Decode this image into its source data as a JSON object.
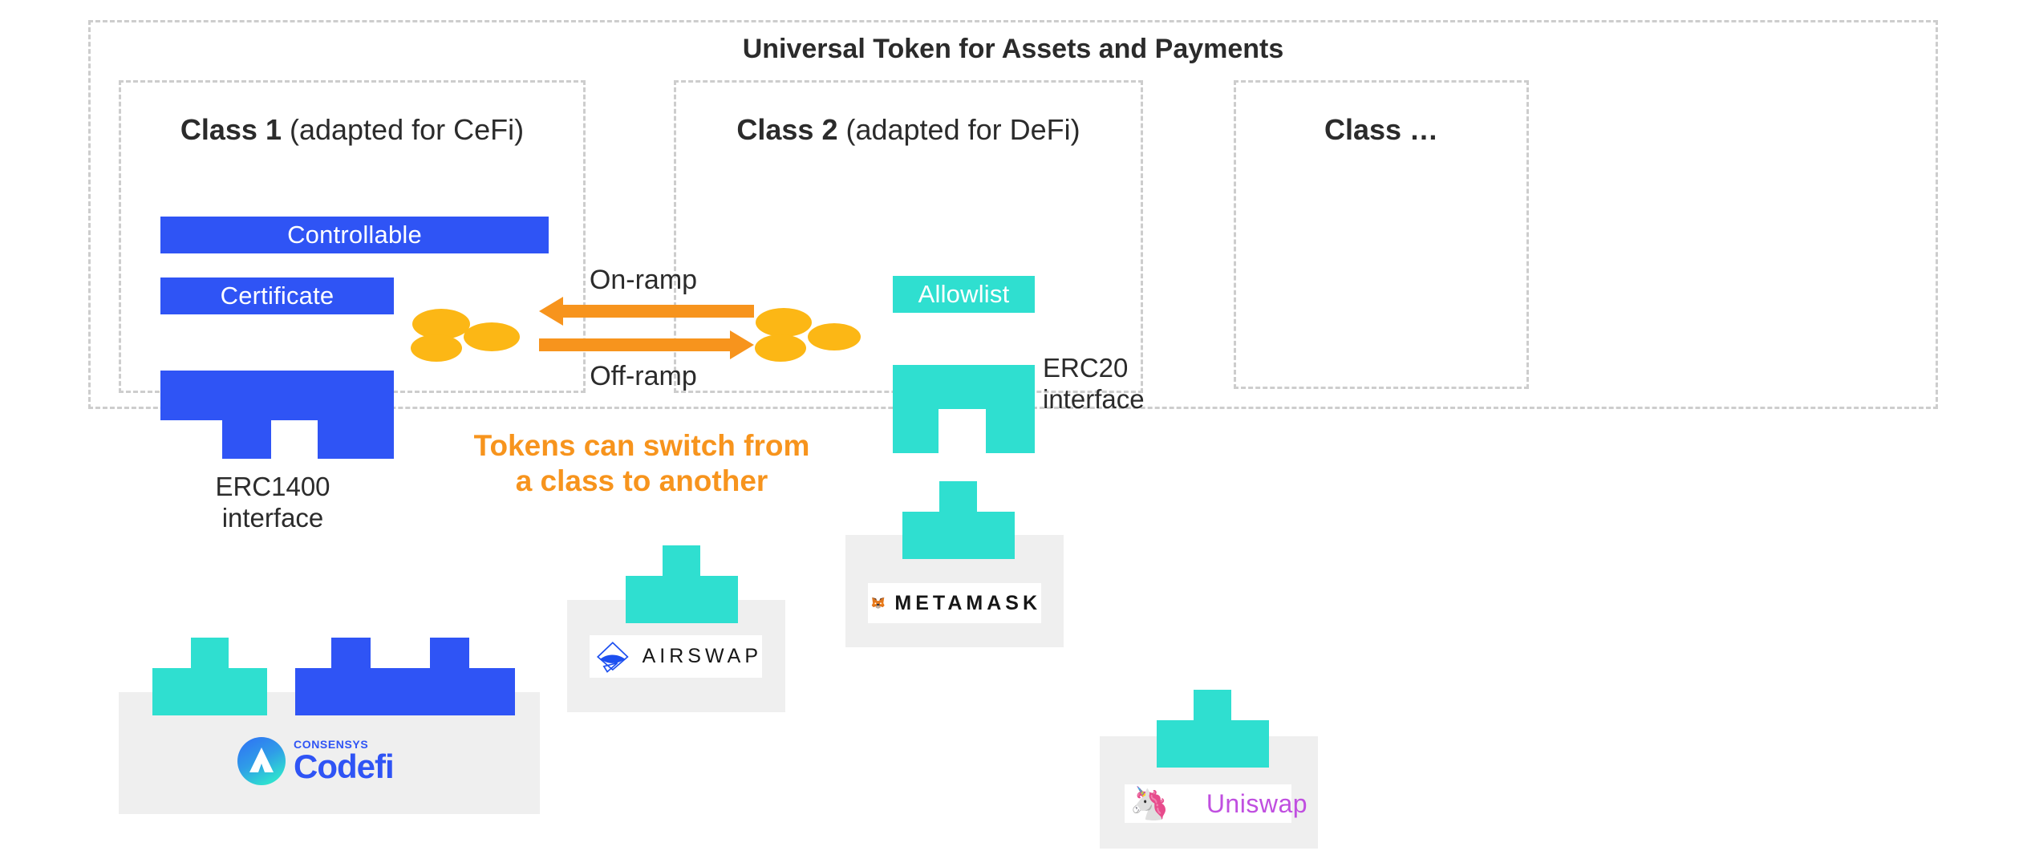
{
  "diagram": {
    "title": "Universal Token for Assets and Payments",
    "classes": [
      {
        "id": "class-1",
        "strong": "Class 1",
        "rest": " (adapted for CeFi)"
      },
      {
        "id": "class-2",
        "strong": "Class 2",
        "rest": " (adapted for DeFi)"
      },
      {
        "id": "class-3",
        "strong": "Class …",
        "rest": ""
      }
    ],
    "tags": [
      {
        "id": "controllable",
        "label": "Controllable",
        "color": "#2f54f5"
      },
      {
        "id": "certificate",
        "label": "Certificate",
        "color": "#2f54f5"
      },
      {
        "id": "allowlist",
        "label": "Allowlist",
        "color": "#2fdfd0"
      }
    ],
    "interfaces": [
      {
        "id": "erc1400",
        "label": "ERC1400\ninterface",
        "color": "#2f54f5"
      },
      {
        "id": "erc20",
        "label": "ERC20\ninterface",
        "color": "#2fdfd0"
      }
    ],
    "ramps": {
      "on_label": "On-ramp",
      "off_label": "Off-ramp",
      "arrow_color": "#f7941d"
    },
    "tokens": {
      "color": "#fcb715",
      "count_per_cluster": 3
    },
    "callout": {
      "text": "Tokens can switch from\na class to another",
      "color": "#f7941d"
    },
    "apps": [
      {
        "id": "codefi",
        "name": "Codefi",
        "sub": "CONSENSYS",
        "brand_color": "#2f54f5"
      },
      {
        "id": "airswap",
        "name": "AIRSWAP",
        "sub": "",
        "brand_color": "#1c4ff0"
      },
      {
        "id": "metamask",
        "name": "METAMASK",
        "sub": "",
        "brand_color": "#e2761b"
      },
      {
        "id": "uniswap",
        "name": "Uniswap",
        "sub": "",
        "brand_color": "#c04fe0"
      }
    ]
  }
}
